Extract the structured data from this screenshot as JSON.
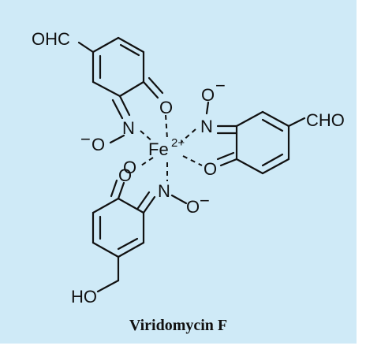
{
  "caption": "Viridomycin F",
  "atoms": {
    "fe": "Fe",
    "fe_charge": "2+",
    "ohc_top": "OHC",
    "cho_right": "CHO",
    "ho_bottom": "HO",
    "oxygen": "O",
    "nitrogen": "N",
    "minus": "−"
  },
  "colors": {
    "background": "#cfeaf7",
    "ink": "#111111"
  }
}
